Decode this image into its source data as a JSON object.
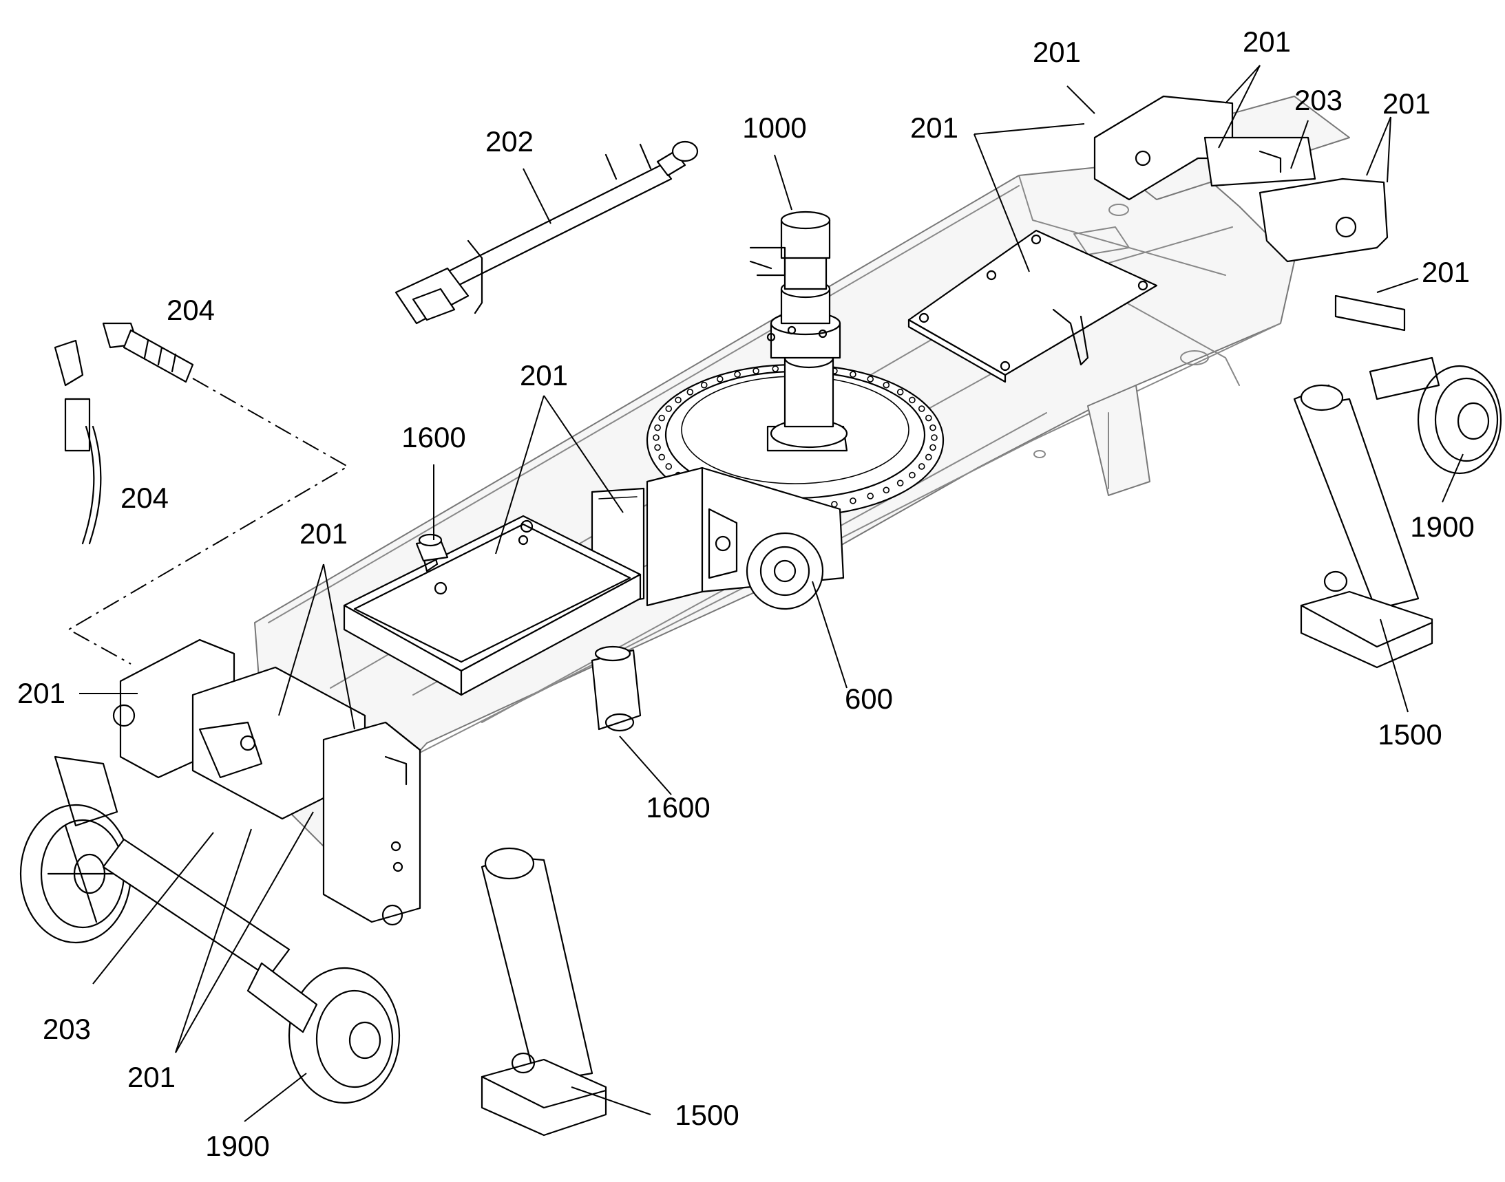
{
  "callouts": [
    {
      "id": "c201_top_a",
      "text": "201"
    },
    {
      "id": "c201_top_b",
      "text": "201"
    },
    {
      "id": "c203_top",
      "text": "203"
    },
    {
      "id": "c201_top_c",
      "text": "201"
    },
    {
      "id": "c201_top_d",
      "text": "201"
    },
    {
      "id": "c202",
      "text": "202"
    },
    {
      "id": "c1000",
      "text": "1000"
    },
    {
      "id": "c204_a",
      "text": "204"
    },
    {
      "id": "c204_b",
      "text": "204"
    },
    {
      "id": "c201_right",
      "text": "201"
    },
    {
      "id": "c1900_right",
      "text": "1900"
    },
    {
      "id": "c201_mid",
      "text": "201"
    },
    {
      "id": "c1600_top",
      "text": "1600"
    },
    {
      "id": "c201_left_top",
      "text": "201"
    },
    {
      "id": "c201_left",
      "text": "201"
    },
    {
      "id": "c600",
      "text": "600"
    },
    {
      "id": "c1500_right",
      "text": "1500"
    },
    {
      "id": "c1600_bottom",
      "text": "1600"
    },
    {
      "id": "c203_bottom",
      "text": "203"
    },
    {
      "id": "c201_bottom",
      "text": "201"
    },
    {
      "id": "c1900_bottom",
      "text": "1900"
    },
    {
      "id": "c1500_bottom",
      "text": "1500"
    }
  ],
  "colors": {
    "line": "#000000",
    "ghost_line": "#888888",
    "background": "#ffffff"
  }
}
